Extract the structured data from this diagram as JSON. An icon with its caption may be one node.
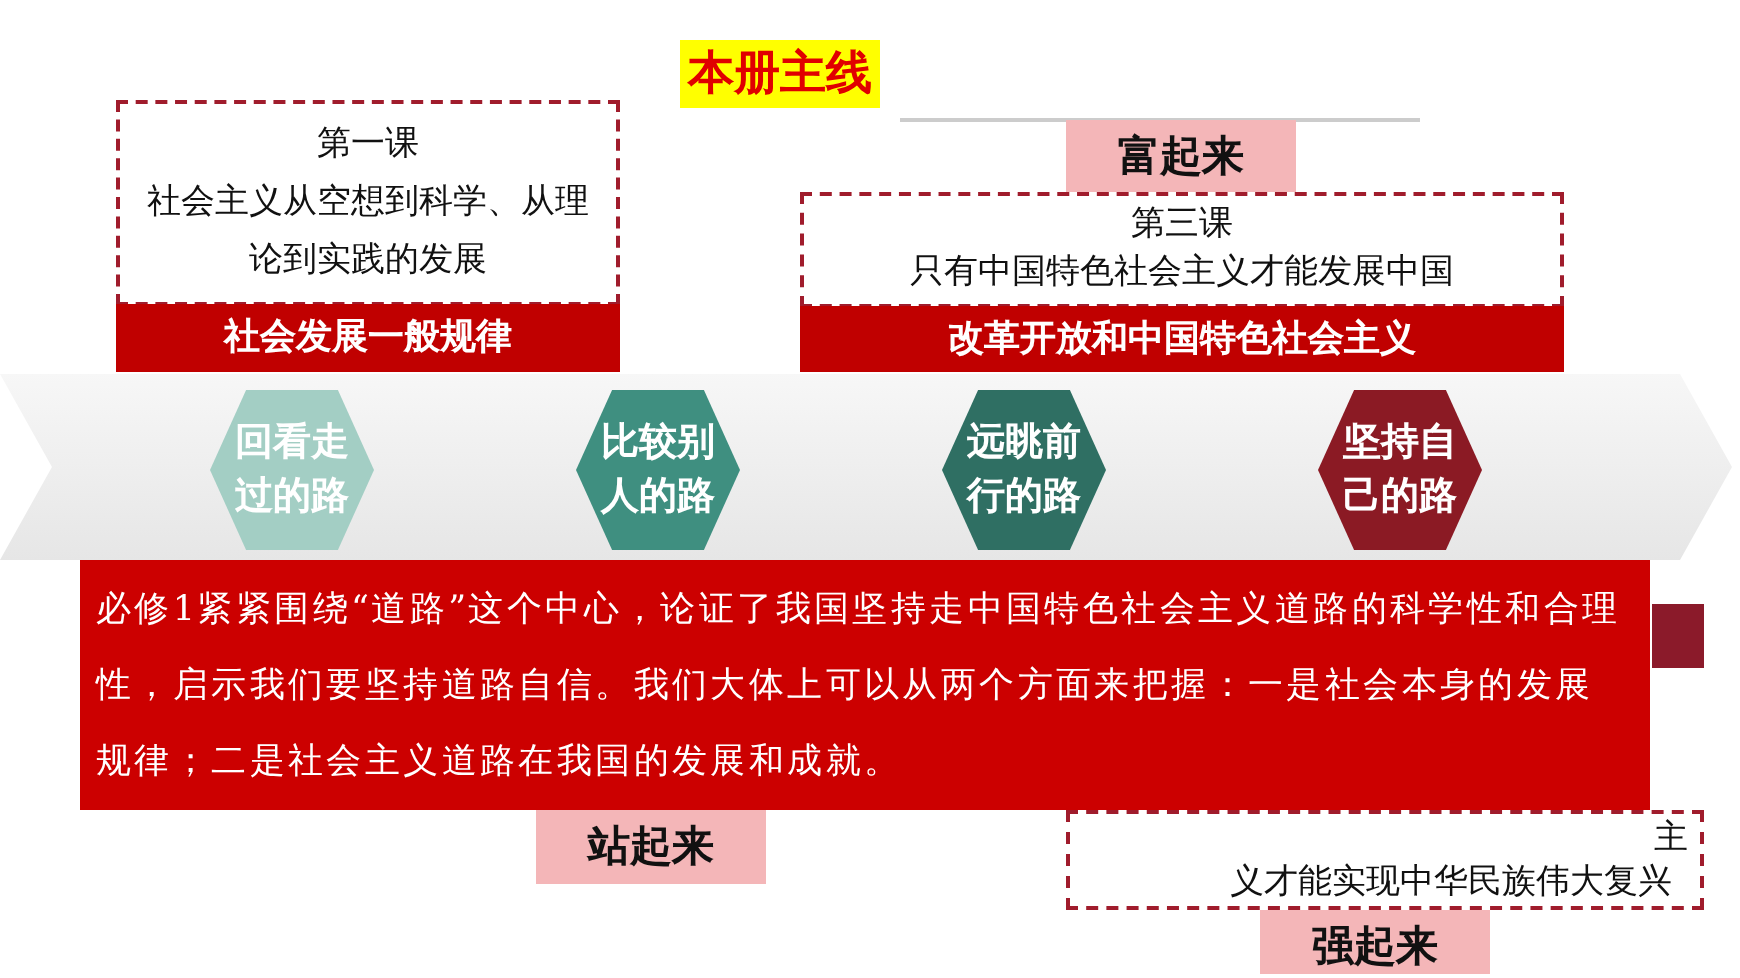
{
  "diagram": {
    "title": "本册主线",
    "nodes": [
      {
        "text": [
          "第一课",
          "社会主义从空想到科学、从理论到实践的发展"
        ]
      },
      {
        "text": [
          "社会发展一般规律"
        ]
      },
      {
        "text": [
          "富起来"
        ]
      },
      {
        "text": [
          "第三课",
          "只有中国特色社会主义才能发展中国"
        ]
      },
      {
        "text": [
          "改革开放和中国特色社会主义"
        ]
      },
      {
        "text": [],
        "shape": "arrow"
      },
      {
        "text": [
          "回看走过的路"
        ],
        "in": 5
      },
      {
        "text": [
          "比较别人的路"
        ],
        "in": 5
      },
      {
        "text": [
          "远眺前行的路"
        ],
        "in": 5
      },
      {
        "text": [
          "坚持自己的路"
        ],
        "in": 5
      },
      {
        "text": [
          "必修1紧紧围绕“道路”这个中心，论证了我国坚持走中国特色社会主义道路的科学性和合理性，启示我们要坚持道路自信。我们大体上可以从两个方面来把握：一是社会本身的发展规律；二是社会主义道路在我国的发展和成就。"
        ]
      },
      {
        "text": [
          "站起来"
        ]
      },
      {
        "text": [],
        "shape": "box"
      },
      {
        "text": [
          "主",
          "义才能实现中华民族伟大复兴"
        ]
      },
      {
        "text": [
          "强起来"
        ]
      }
    ],
    "edges": []
  }
}
